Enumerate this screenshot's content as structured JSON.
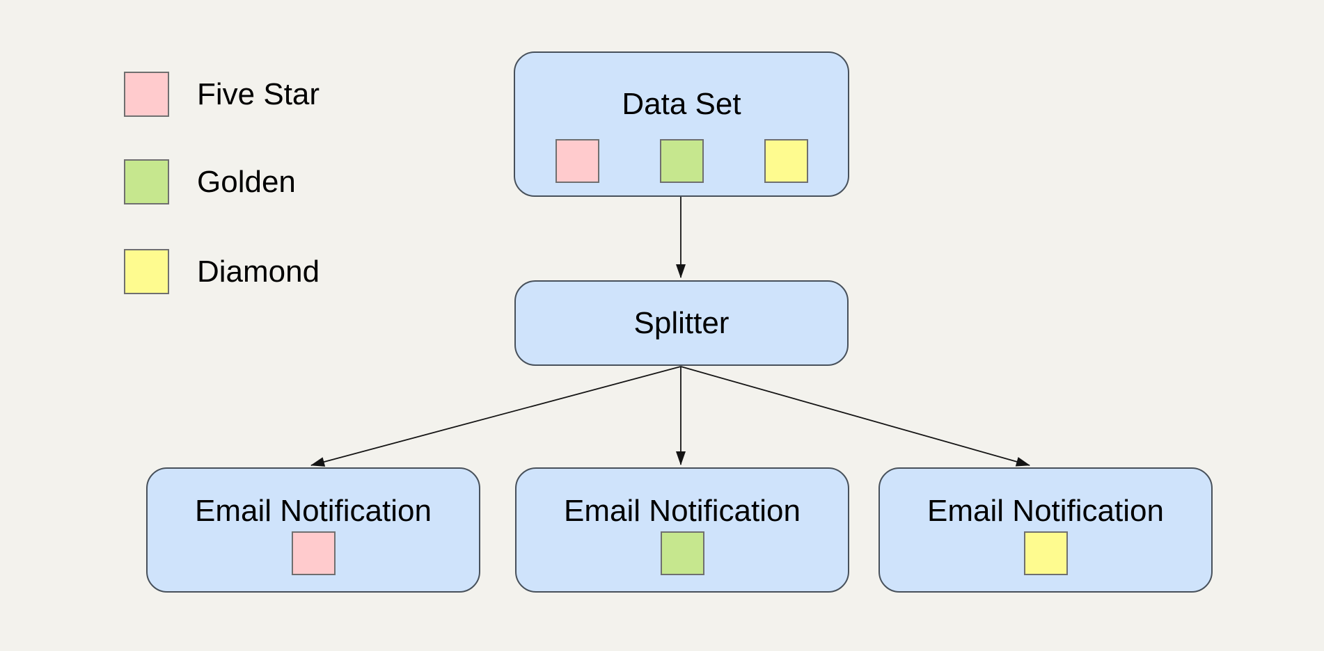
{
  "colors": {
    "canvas-bg": "#F3F2ED",
    "node-fill": "#CFE3FB",
    "node-border": "#47505A",
    "swatch-border": "#6F6F6F",
    "edge": "#141414",
    "text": "#000000",
    "tier-five-star": "#FFCBCD",
    "tier-golden": "#C6E78E",
    "tier-diamond": "#FEFB8F"
  },
  "legend": {
    "items": [
      {
        "label": "Five Star",
        "tier": "five-star",
        "swatch_color": "#FFCBCD"
      },
      {
        "label": "Golden",
        "tier": "golden",
        "swatch_color": "#C6E78E"
      },
      {
        "label": "Diamond",
        "tier": "diamond",
        "swatch_color": "#FEFB8F"
      }
    ]
  },
  "nodes": {
    "data_set": {
      "label": "Data Set",
      "swatches": [
        "five-star",
        "golden",
        "diamond"
      ]
    },
    "splitter": {
      "label": "Splitter"
    },
    "email_left": {
      "label": "Email Notification",
      "swatch": "five-star"
    },
    "email_middle": {
      "label": "Email Notification",
      "swatch": "golden"
    },
    "email_right": {
      "label": "Email Notification",
      "swatch": "diamond"
    }
  },
  "edges": [
    {
      "from": "data-set",
      "to": "splitter"
    },
    {
      "from": "splitter",
      "to": "email-left"
    },
    {
      "from": "splitter",
      "to": "email-middle"
    },
    {
      "from": "splitter",
      "to": "email-right"
    }
  ]
}
